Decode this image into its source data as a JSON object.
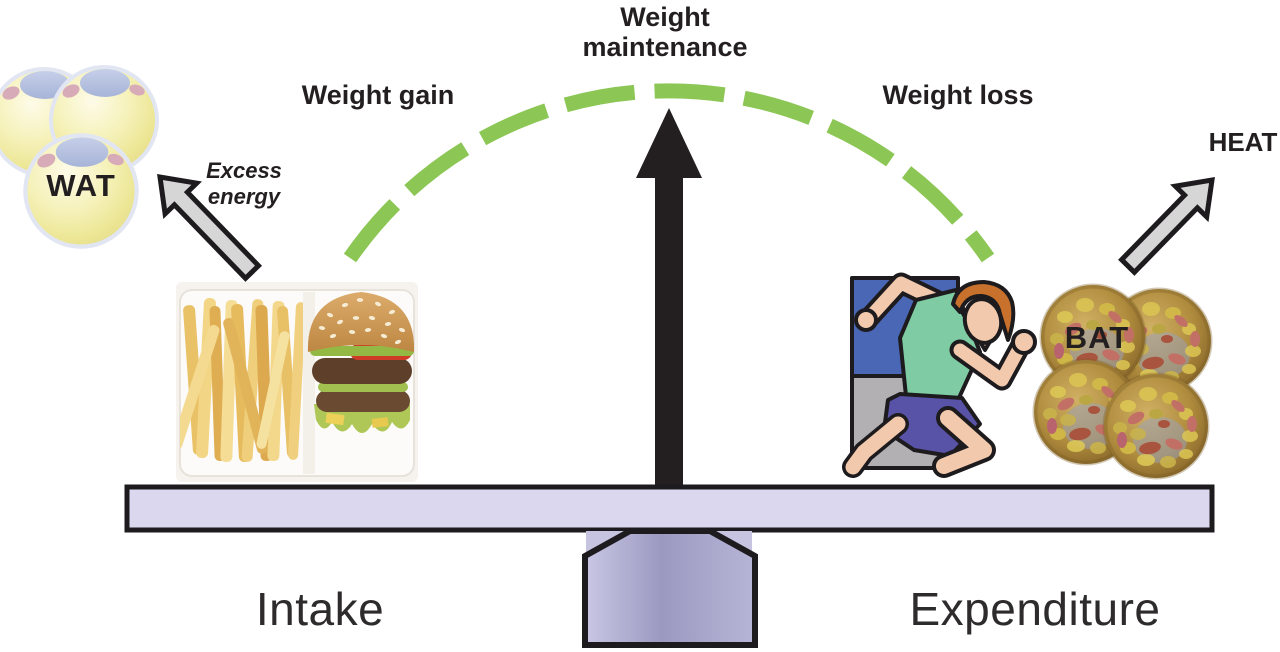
{
  "figure": {
    "description": "Energy balance seesaw diagram: intake vs expenditure",
    "labels": {
      "weight_maintenance": "Weight maintenance",
      "weight_gain": "Weight gain",
      "weight_loss": "Weight loss",
      "excess_energy": "Excess energy",
      "wat": "WAT",
      "bat": "BAT",
      "heat": "HEAT",
      "intake": "Intake",
      "expenditure": "Expenditure"
    },
    "icons": [
      "white-adipose-tissue-cells-icon",
      "brown-adipose-tissue-cells-icon",
      "burger-and-fries-icon",
      "runner-icon",
      "balance-beam",
      "fulcrum",
      "up-arrow",
      "excess-energy-arrow",
      "heat-arrow",
      "weight-arc"
    ],
    "colors": {
      "arc_green": "#8CC655",
      "beam_fill": "#DAD7EE",
      "fulcrum_backdrop": "#C7C4E1",
      "outline_black": "#231F20",
      "arrow_gray": "#D6D6D6",
      "wat_yellow": "#F2EDAC",
      "bat_brown": "#B08C3E",
      "tank_green": "#7ECBA4",
      "shorts_purple": "#5953A8",
      "hair_orange": "#C8712C",
      "runner_bg_blue": "#4A67B5",
      "runner_bg_gray": "#B2B0B3"
    }
  }
}
